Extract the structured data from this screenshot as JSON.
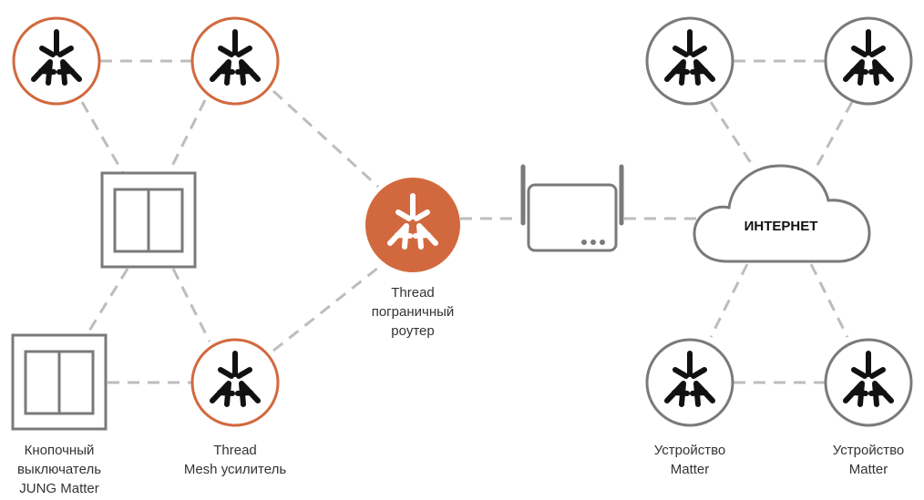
{
  "colors": {
    "thread_accent": "#d2693e",
    "device_gray": "#7a7a7a",
    "icon_black": "#111111",
    "connector_gray": "#bdbdbd",
    "text": "#333333"
  },
  "icons": {
    "matter": "matter-logo-icon",
    "switch": "switch-panel-icon",
    "router": "wifi-router-icon",
    "cloud": "cloud-icon"
  },
  "labels": {
    "border_router": [
      "Thread",
      "пограничный",
      "роутер"
    ],
    "switch": [
      "Кнопочный",
      "выключатель",
      "JUNG Matter"
    ],
    "repeater": [
      "Thread",
      "Mesh усилитель"
    ],
    "device_left": [
      "Устройство",
      "Matter"
    ],
    "device_right": [
      "Устройство",
      "Matter"
    ],
    "internet": "ИНТЕРНЕТ"
  }
}
